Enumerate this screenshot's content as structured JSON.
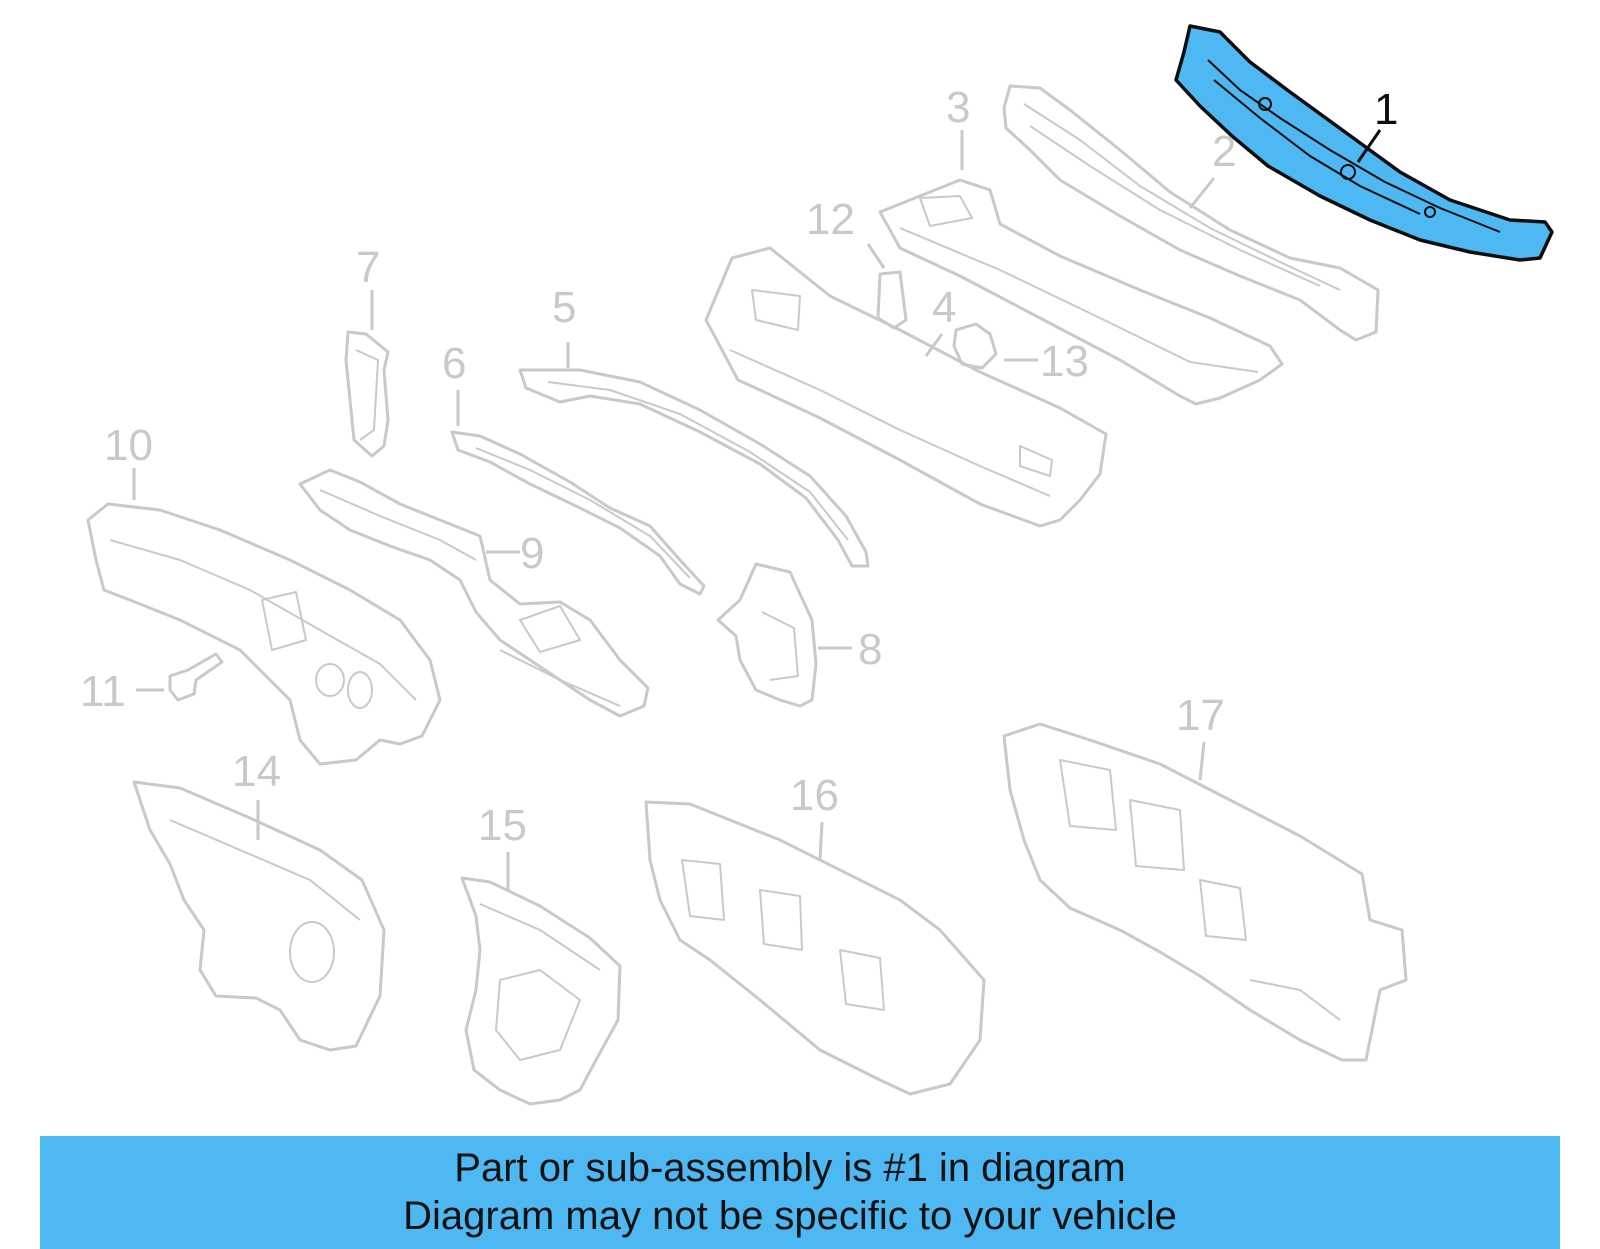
{
  "diagram": {
    "callouts": [
      {
        "id": "1",
        "label": "1",
        "highlighted": true
      },
      {
        "id": "2",
        "label": "2"
      },
      {
        "id": "3",
        "label": "3"
      },
      {
        "id": "4",
        "label": "4"
      },
      {
        "id": "5",
        "label": "5"
      },
      {
        "id": "6",
        "label": "6"
      },
      {
        "id": "7",
        "label": "7"
      },
      {
        "id": "8",
        "label": "8"
      },
      {
        "id": "9",
        "label": "9"
      },
      {
        "id": "10",
        "label": "10"
      },
      {
        "id": "11",
        "label": "11"
      },
      {
        "id": "12",
        "label": "12"
      },
      {
        "id": "13",
        "label": "13"
      },
      {
        "id": "14",
        "label": "14"
      },
      {
        "id": "15",
        "label": "15"
      },
      {
        "id": "16",
        "label": "16"
      },
      {
        "id": "17",
        "label": "17"
      }
    ],
    "colors": {
      "highlight": "#4db8f2",
      "parts": "#c9c9c9",
      "active_outline": "#0d0d0d"
    }
  },
  "banner": {
    "line1": "Part or sub-assembly is #1 in diagram",
    "line2": "Diagram may not be specific to your vehicle"
  }
}
